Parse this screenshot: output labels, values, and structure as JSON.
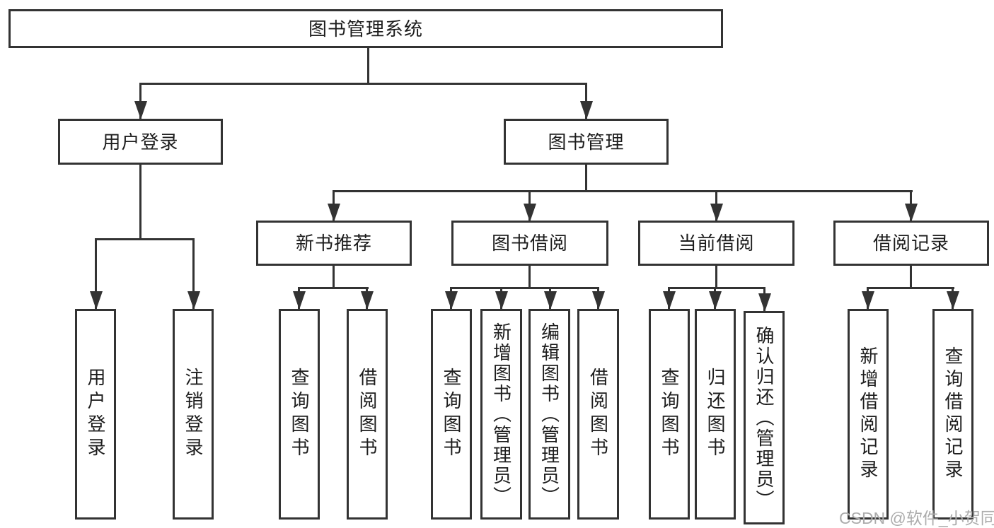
{
  "diagram_title": "图书管理系统",
  "watermark": "CSDN @软件_小贺同学",
  "colors": {
    "line": "#333333",
    "text": "#1d1d1d",
    "background": "#ffffff",
    "watermark": "#acacac"
  },
  "nodes": {
    "root": {
      "label": "图书管理系统",
      "parent": null
    },
    "userLogin": {
      "label": "用户登录",
      "parent": "root"
    },
    "bookMgmt": {
      "label": "图书管理",
      "parent": "root"
    },
    "newBookRec": {
      "label": "新书推荐",
      "parent": "bookMgmt"
    },
    "bookBorrow": {
      "label": "图书借阅",
      "parent": "bookMgmt"
    },
    "currentBorrow": {
      "label": "当前借阅",
      "parent": "bookMgmt"
    },
    "borrowRecords": {
      "label": "借阅记录",
      "parent": "bookMgmt"
    },
    "loginLeaf": {
      "label": "用户登录",
      "parent": "userLogin"
    },
    "logoutLeaf": {
      "label": "注销登录",
      "parent": "userLogin"
    },
    "recQueryBook": {
      "label": "查询图书",
      "parent": "newBookRec"
    },
    "recBorrowBook": {
      "label": "借阅图书",
      "parent": "newBookRec"
    },
    "bbQueryBook": {
      "label": "查询图书",
      "parent": "bookBorrow"
    },
    "bbAddBook": {
      "label": "新增图书（管理员）",
      "parent": "bookBorrow"
    },
    "bbEditBook": {
      "label": "编辑图书（管理员）",
      "parent": "bookBorrow"
    },
    "bbBorrowBook": {
      "label": "借阅图书",
      "parent": "bookBorrow"
    },
    "cbQueryBook": {
      "label": "查询图书",
      "parent": "currentBorrow"
    },
    "cbReturnBook": {
      "label": "归还图书",
      "parent": "currentBorrow"
    },
    "cbConfirmReturn": {
      "label": "确认归还（管理员）",
      "parent": "currentBorrow"
    },
    "brAddRecord": {
      "label": "新增借阅记录",
      "parent": "borrowRecords"
    },
    "brQueryRecord": {
      "label": "查询借阅记录",
      "parent": "borrowRecords"
    }
  }
}
